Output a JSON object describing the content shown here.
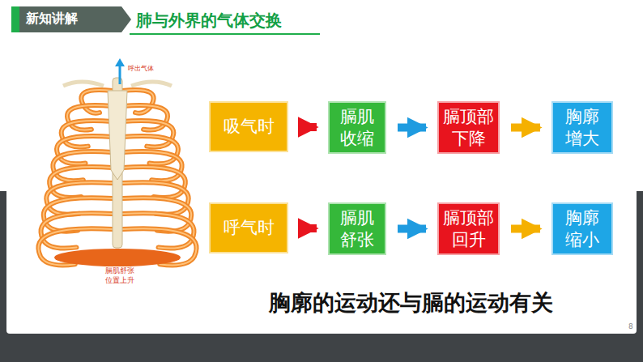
{
  "diagram": {
    "title": "肺与外界的气体交换",
    "nodes": [
      {
        "text": [
          "吸气时"
        ]
      },
      {
        "text": [
          "膈肌收缩"
        ]
      },
      {
        "text": [
          "膈顶部下降"
        ]
      },
      {
        "text": [
          "胸廓增大"
        ]
      },
      {
        "text": [
          "呼气时"
        ]
      },
      {
        "text": [
          "膈肌舒张"
        ]
      },
      {
        "text": [
          "膈顶部回升"
        ]
      },
      {
        "text": [
          "胸廓缩小"
        ]
      }
    ],
    "edges": [
      {
        "from": 0,
        "to": 1,
        "arrow": "to"
      },
      {
        "from": 1,
        "to": 2,
        "arrow": "to"
      },
      {
        "from": 2,
        "to": 3,
        "arrow": "to"
      },
      {
        "from": 4,
        "to": 5,
        "arrow": "to"
      },
      {
        "from": 5,
        "to": 6,
        "arrow": "to"
      },
      {
        "from": 6,
        "to": 7,
        "arrow": "to"
      }
    ],
    "labels": [
      "新知讲解",
      "呼出气体",
      "膈肌舒张 位置上升",
      "胸廓的运动还与膈的运动有关",
      "8"
    ]
  }
}
